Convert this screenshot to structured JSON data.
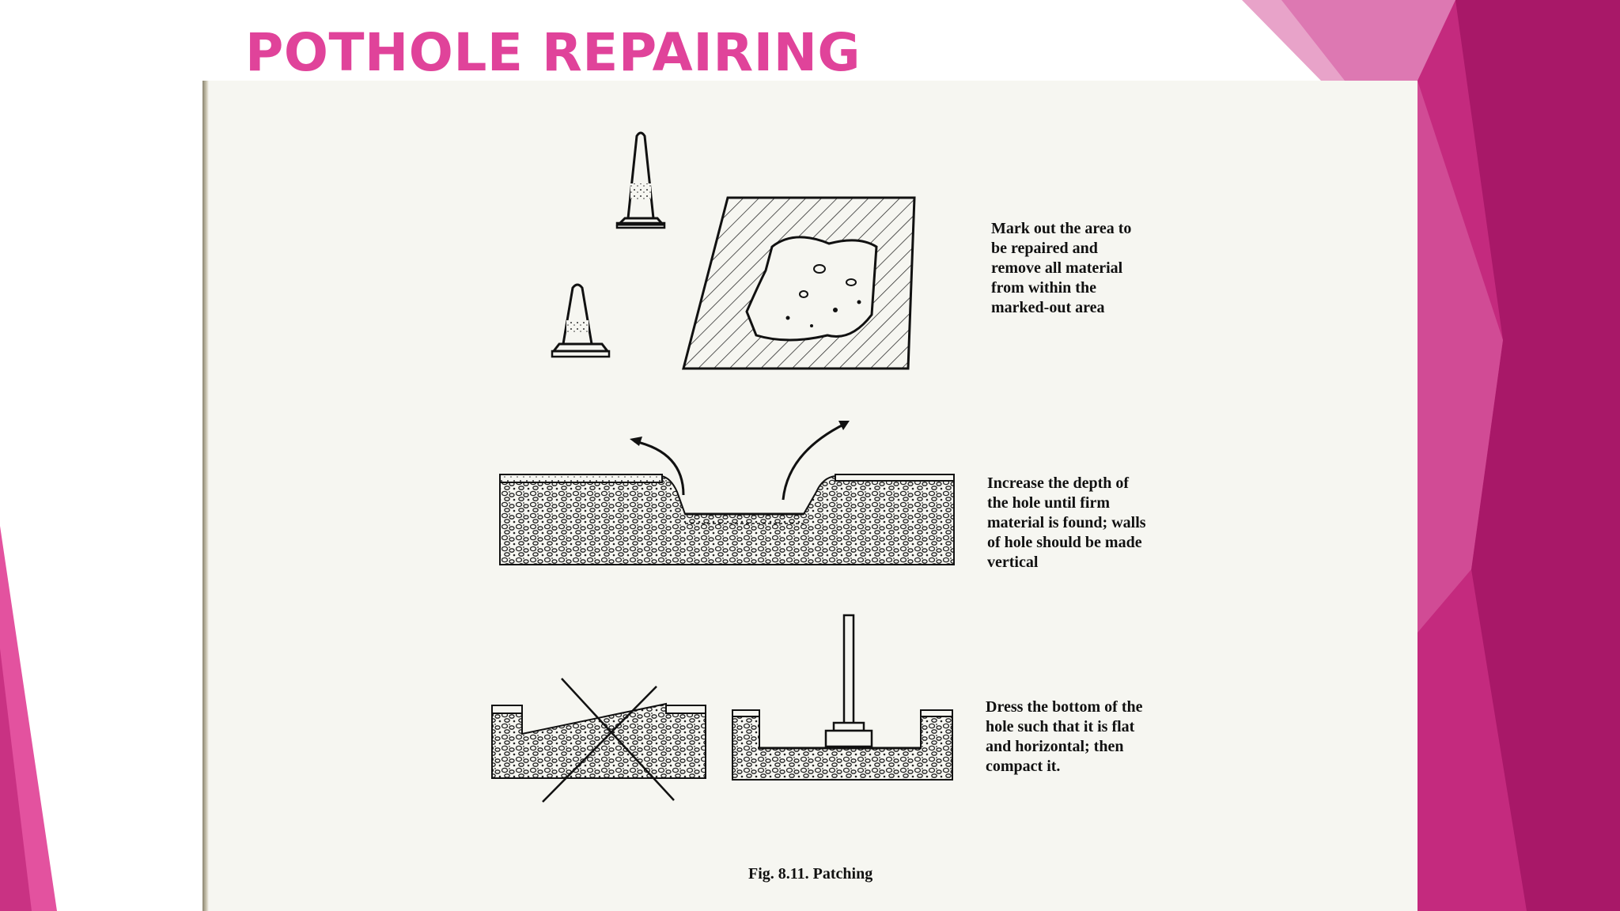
{
  "slide": {
    "title": "POTHOLE REPAIRING",
    "accent_color": "#e0439a",
    "theme_colors": [
      "#e0439a",
      "#b01e6c",
      "#d76aa8"
    ]
  },
  "figure": {
    "steps": [
      {
        "icon": "traffic-cones-and-marked-area",
        "text": "Mark out the area to\nbe repaired and\nremove all material\nfrom within the\nmarked-out area"
      },
      {
        "icon": "excavated-hole-cross-section",
        "text": "Increase the depth of\nthe hole until firm\nmaterial is found; walls\nof hole should be made\nvertical"
      },
      {
        "icon": "sloped-vs-compacted-hole",
        "text": "Dress the bottom of the\nhole such that it is flat\nand horizontal; then\ncompact it."
      }
    ],
    "caption": "Fig. 8.11. Patching"
  }
}
